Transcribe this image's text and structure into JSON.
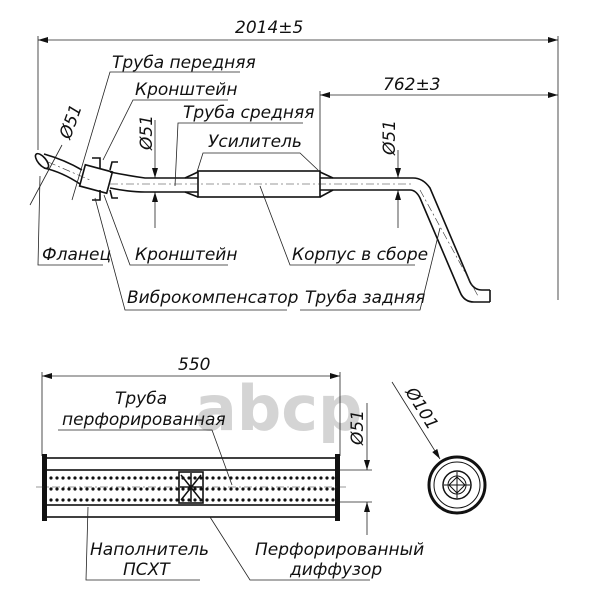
{
  "watermark": "abcp",
  "top_view": {
    "dim_total": "2014±5",
    "dim_rear": "762±3",
    "diam_front": "Ø51",
    "diam_mid": "Ø51",
    "diam_rear": "Ø51",
    "labels": {
      "front_pipe": "Труба передняя",
      "bracket_top": "Кронштейн",
      "mid_pipe": "Труба средняя",
      "reinforcer": "Усилитель",
      "flange": "Фланец",
      "bracket_bottom": "Кронштейн",
      "body_assembly": "Корпус в сборе",
      "vibro_compensator": "Виброкомпенсатор",
      "rear_pipe": "Труба задняя"
    }
  },
  "section_view": {
    "dim_length": "550",
    "diam_inner": "Ø51",
    "diam_outer": "Ø101",
    "labels": {
      "perf_pipe_line1": "Труба",
      "perf_pipe_line2": "перфорированная",
      "filler_line1": "Наполнитель",
      "filler_line2": "ПСХТ",
      "diffuser_line1": "Перфорированный",
      "diffuser_line2": "диффузор"
    }
  }
}
